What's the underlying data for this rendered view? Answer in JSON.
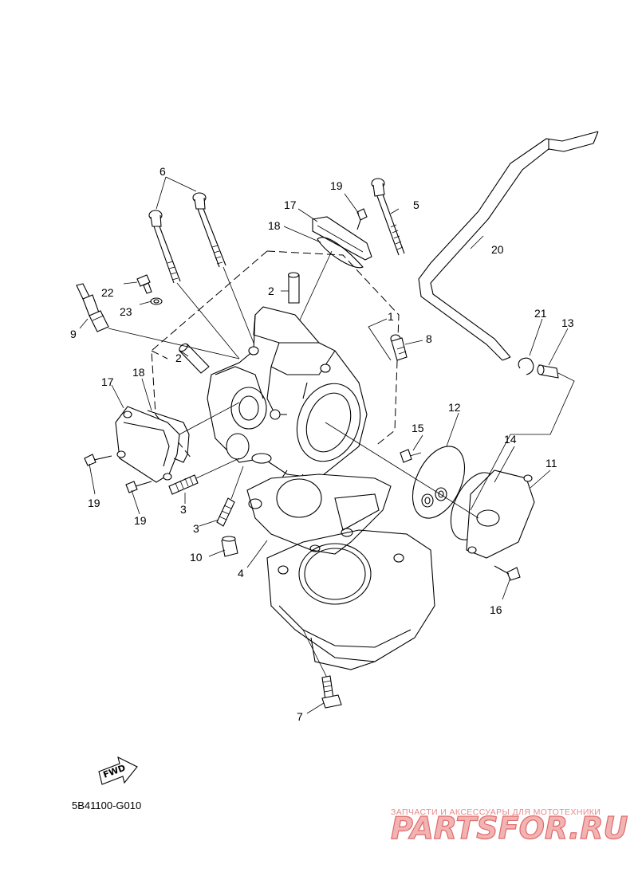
{
  "diagram_code": "5B41100-G010",
  "fwd_label": "FWD",
  "watermark": {
    "line1": "ЗАПЧАСТИ И АКСЕССУАРЫ ДЛЯ МОТОТЕХНИКИ",
    "line2": "PARTSFOR.RU"
  },
  "callouts": {
    "c1": "1",
    "c2a": "2",
    "c2b": "2",
    "c3a": "3",
    "c3b": "3",
    "c4": "4",
    "c5": "5",
    "c6": "6",
    "c7": "7",
    "c8": "8",
    "c9": "9",
    "c10": "10",
    "c11": "11",
    "c12": "12",
    "c13": "13",
    "c14": "14",
    "c15": "15",
    "c16": "16",
    "c17a": "17",
    "c17b": "17",
    "c18a": "18",
    "c18b": "18",
    "c19a": "19",
    "c19b": "19",
    "c19c": "19",
    "c20": "20",
    "c21": "21",
    "c22": "22",
    "c23": "23"
  }
}
